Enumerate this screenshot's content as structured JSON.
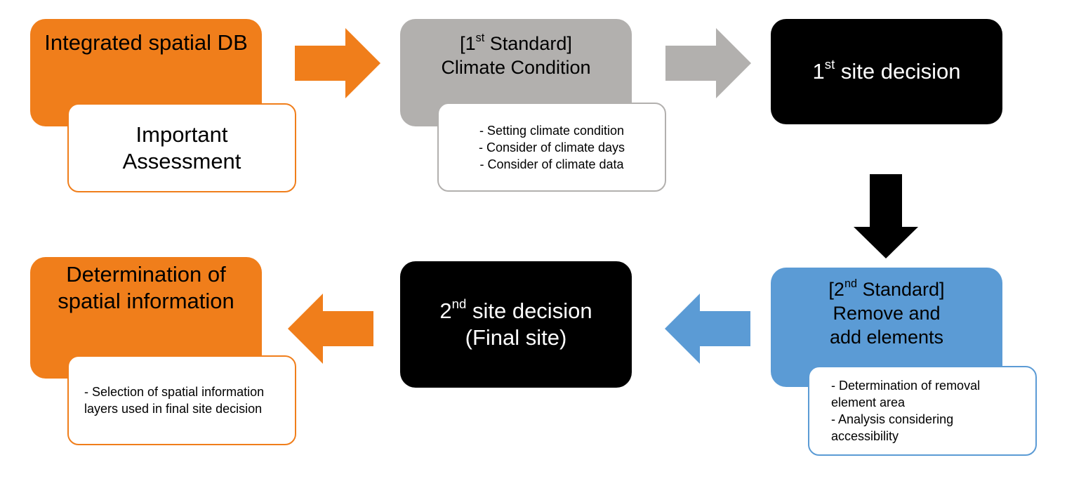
{
  "colors": {
    "orange": "#f07e1b",
    "gray": "#b2b0ae",
    "black": "#000000",
    "blue": "#5b9bd5",
    "white": "#ffffff"
  },
  "nodes": {
    "integrated_db": {
      "title": "Integrated spatial DB",
      "sub": "Important Assessment"
    },
    "standard1": {
      "pre": "[1",
      "sup": "st",
      "post": " Standard]",
      "line2": "Climate Condition",
      "items": [
        "- Setting climate condition",
        "- Consider of climate days",
        "- Consider of climate data"
      ]
    },
    "site1": {
      "num": "1",
      "sup": "st",
      "post": " site decision"
    },
    "standard2": {
      "pre": "[2",
      "sup": "nd",
      "post": " Standard]",
      "line2": "Remove and",
      "line3": "add elements",
      "items": [
        "- Determination of removal element area",
        "- Analysis considering accessibility"
      ]
    },
    "site2": {
      "num": "2",
      "sup": "nd",
      "post": " site decision",
      "line2": "(Final site)"
    },
    "determination": {
      "title": "Determination of spatial information",
      "items": [
        "- Selection of spatial information layers used in final site decision"
      ]
    }
  }
}
